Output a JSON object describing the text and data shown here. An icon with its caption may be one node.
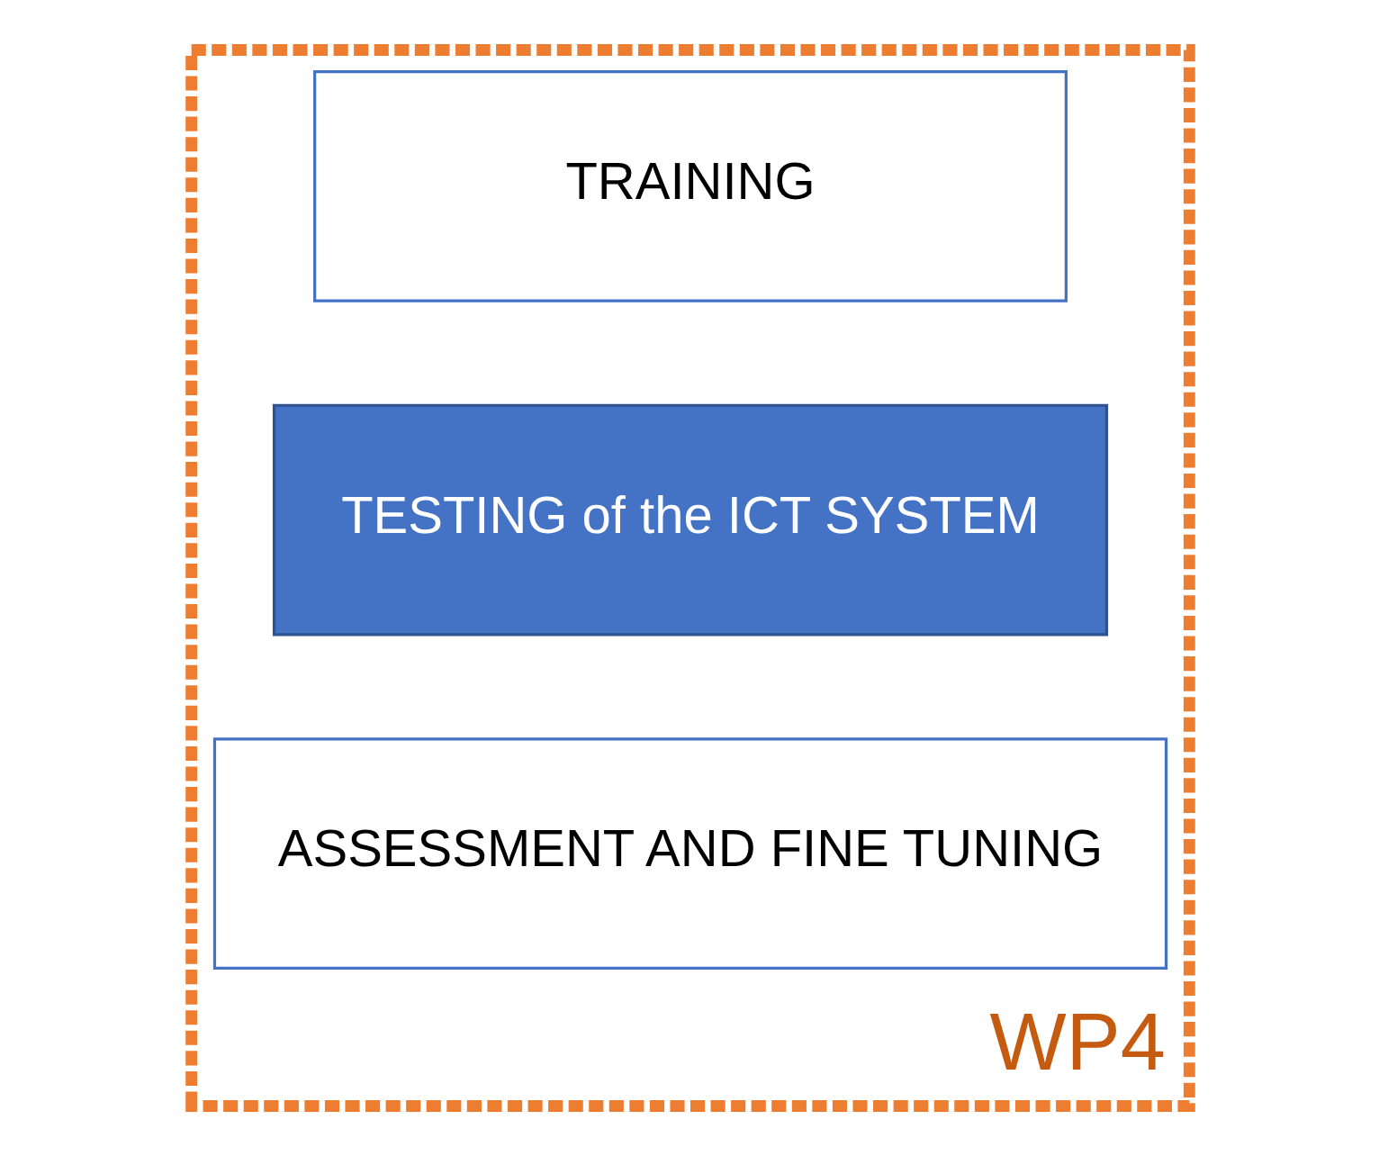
{
  "diagram": {
    "nodes": [
      {
        "text": [
          "WP4"
        ]
      },
      {
        "text": [
          "TRAINING"
        ],
        "in": 0
      },
      {
        "text": [
          "TESTING of the ICT SYSTEM"
        ],
        "in": 0
      },
      {
        "text": [
          "ASSESSMENT AND FINE TUNING"
        ],
        "in": 0
      }
    ]
  }
}
